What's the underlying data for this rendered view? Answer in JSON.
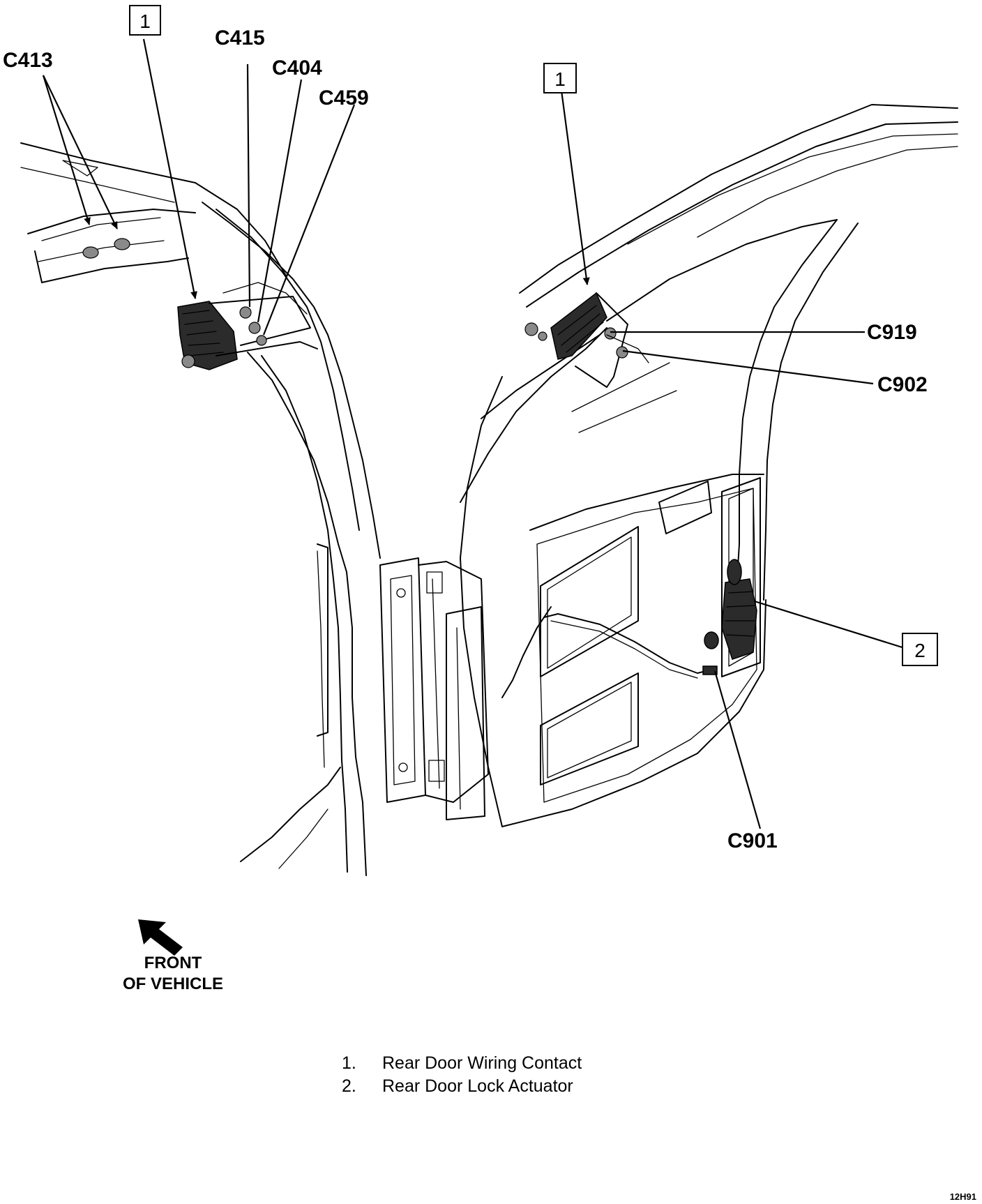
{
  "callouts": {
    "c413": "C413",
    "c415": "C415",
    "c404": "C404",
    "c459": "C459",
    "c919": "C919",
    "c902": "C902",
    "c901": "C901",
    "box_left": "1",
    "box_right": "1",
    "box_actuator": "2"
  },
  "orientation": {
    "line1": "FRONT",
    "line2": "OF VEHICLE"
  },
  "legend": [
    {
      "num": "1.",
      "text": "Rear Door Wiring Contact"
    },
    {
      "num": "2.",
      "text": "Rear Door Lock Actuator"
    }
  ],
  "figure_code": "12H91"
}
